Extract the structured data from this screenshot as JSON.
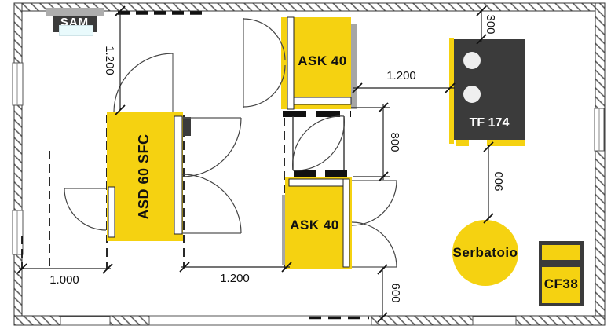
{
  "brand": {
    "name": "SAM"
  },
  "equipment": {
    "ask40_top": "ASK 40",
    "ask40_bottom": "ASK 40",
    "asd60": "ASD 60 SFC",
    "tf174": "TF 174",
    "serbatoio": "Serbatoio",
    "cf38": "CF38"
  },
  "dimensions": {
    "wall_to_asd_vertical": "1.200",
    "ask40_to_tf174": "1.200",
    "wall_to_tf174": "300",
    "ask40_gap_vertical": "800",
    "tf174_to_serbatoio": "900",
    "wall_to_asd_horizontal": "1.000",
    "asd_to_ask40": "1.200",
    "ask40_to_wall_vertical": "600"
  },
  "colors": {
    "equipment_yellow": "#F5D211",
    "dark_gray": "#3B3B3B",
    "shadow_gray": "#A6A6A6",
    "logo_azure": "#E9FAFC"
  }
}
